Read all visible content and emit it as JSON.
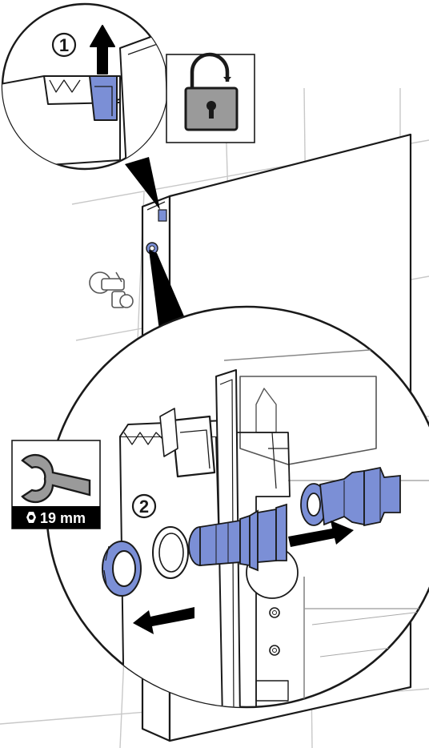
{
  "step_1": {
    "number": "1"
  },
  "step_2": {
    "number": "2"
  },
  "tool": {
    "size_label": "19 mm"
  },
  "icons": {
    "unlock": "unlock-padlock-icon",
    "wrench": "open-end-wrench-icon",
    "nut": "hex-nut-icon",
    "arrow_up": "arrow-up-icon",
    "arrow_left": "arrow-left-icon",
    "arrow_right": "arrow-right-icon"
  },
  "colors": {
    "highlight_blue": "#7b8fd6",
    "icon_gray": "#9a9a9a",
    "tile_line": "#c8c8c8",
    "outline": "#1a1a1a"
  }
}
